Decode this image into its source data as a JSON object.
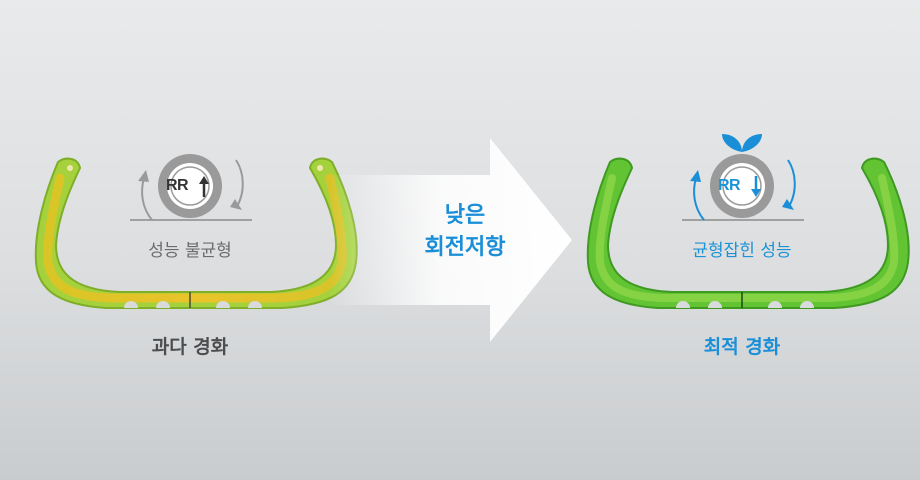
{
  "left": {
    "rr": "RR",
    "performance": "성능 불균형",
    "result": "과다 경화"
  },
  "center": {
    "line1": "낮은",
    "line2": "회전저항"
  },
  "right": {
    "rr": "RR",
    "performance": "균형잡힌 성능",
    "result": "최적 경화"
  },
  "colors": {
    "blue": "#1a8fd8",
    "grey_text": "#6a6c6e",
    "tire_left_outer": "#9ed13b",
    "tire_left_inner": "#e8b820",
    "tire_right": "#5ec42f",
    "rr_ring": "#9b9b9b"
  },
  "icons": [
    "rotation-arrows-icon",
    "arrow-up-icon",
    "arrow-down-icon",
    "leaf-icon"
  ]
}
